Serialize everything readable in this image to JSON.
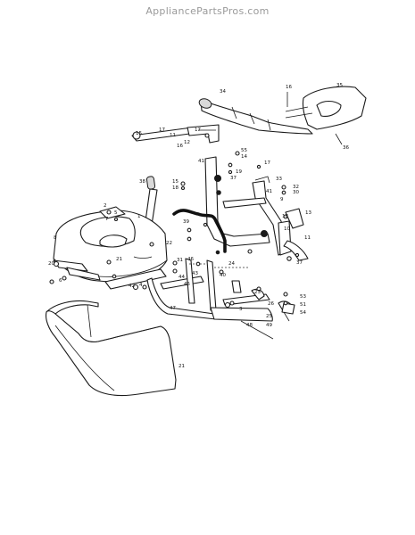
{
  "header": {
    "site": "AppliancePartsPros.com"
  },
  "callouts": {
    "c34": "34",
    "c16": "16",
    "c35": "35",
    "c36": "36",
    "c15a": "15",
    "c17a": "17",
    "c11a": "11",
    "c12": "12",
    "c17b": "17",
    "c16b": "16",
    "c41a": "41",
    "c38": "38",
    "c55": "55",
    "c14": "14",
    "c19": "19",
    "c17c": "17",
    "c37a": "37",
    "c15b": "15",
    "c18": "18",
    "c39": "39",
    "c33": "33",
    "c32": "32",
    "c30": "30",
    "c41b": "41",
    "c9": "9",
    "c10": "10",
    "c13": "13",
    "c11b": "11",
    "c18b": "18",
    "c2": "2",
    "c5": "5",
    "c7": "7",
    "c22": "22",
    "c1": "1",
    "c8": "8",
    "c20": "20",
    "c21a": "21",
    "c6": "6",
    "c42": "42",
    "c4": "4",
    "c31": "31",
    "c46": "46",
    "c24": "24",
    "c44": "44",
    "c45": "45",
    "c43": "43",
    "c40": "40",
    "c47": "47",
    "c53": "53",
    "c54": "54",
    "c51": "51",
    "c23": "23",
    "c25": "25",
    "c49": "49",
    "c3": "3",
    "c48": "48",
    "c21b": "21",
    "c37b": "37",
    "c26": "26"
  }
}
